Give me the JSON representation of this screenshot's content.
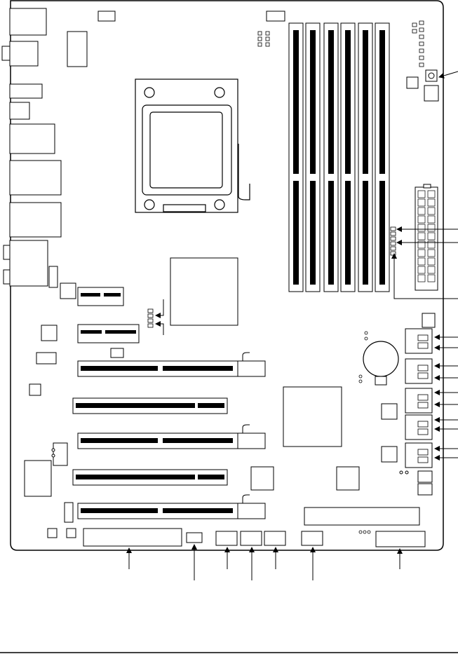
{
  "figure": {
    "description_text": "",
    "components": {
      "cpu_socket": "cpu-socket",
      "memory_slots": [
        "dimm-1",
        "dimm-2",
        "dimm-3",
        "dimm-4",
        "dimm-5",
        "dimm-6"
      ],
      "pcie_x1_slots": [
        "pcie-x1-1",
        "pcie-x1-2"
      ],
      "pcie_x16_slots": [
        "pcie-x16-1",
        "pcie-x16-2",
        "pcie-x16-3"
      ],
      "pci_slots": [
        "pci-1",
        "pci-2"
      ],
      "sata_ports_count": 10,
      "battery": "cmos-battery",
      "ide_connector": "ide-connector",
      "floppy_connector": "floppy-connector",
      "atx_power": "atx-24pin",
      "atx_12v": "atx-12v-8pin"
    }
  }
}
